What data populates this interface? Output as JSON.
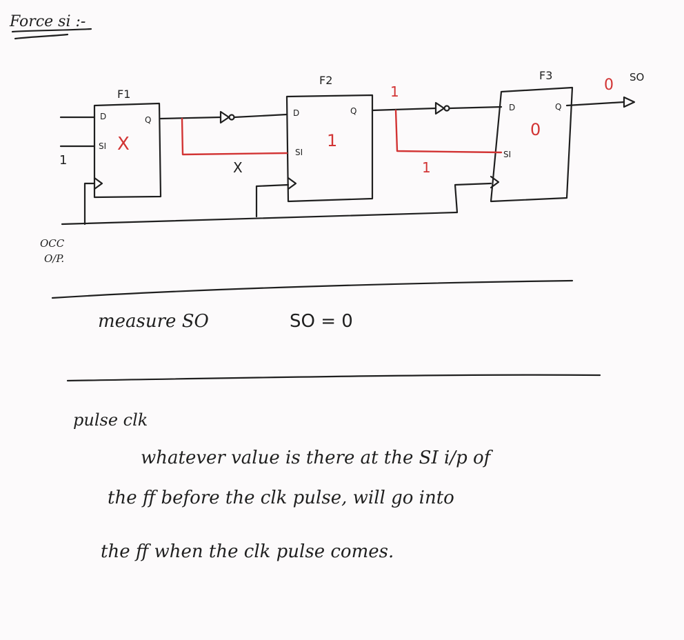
{
  "heading": "Force si :-",
  "diagram": {
    "flipflops": [
      {
        "name": "F1",
        "d_pin": "D",
        "q_pin": "Q",
        "si_pin": "SI",
        "value": "X"
      },
      {
        "name": "F2",
        "d_pin": "D",
        "q_pin": "Q",
        "si_pin": "SI",
        "value": "1"
      },
      {
        "name": "F3",
        "d_pin": "D",
        "q_pin": "Q",
        "si_pin": "SI",
        "value": "0"
      }
    ],
    "si_input_value": "1",
    "wire_value_1_2": "X",
    "wire_value_2_3_top": "1",
    "wire_value_2_3_bottom": "1",
    "so_value": "0",
    "so_label": "SO",
    "clk_source_label_1": "OCC",
    "clk_source_label_2": "O/P."
  },
  "measure": {
    "left": "measure SO",
    "right": "SO = 0"
  },
  "notes": {
    "title": "pulse clk",
    "line1": "whatever value is there at the SI i/p of",
    "line2": "the ff before the clk pulse, will go into",
    "line3": "the ff when the clk pulse comes."
  },
  "colors": {
    "ink": "#1f1f1f",
    "highlight": "#d23434",
    "paper": "#fcfafb"
  }
}
